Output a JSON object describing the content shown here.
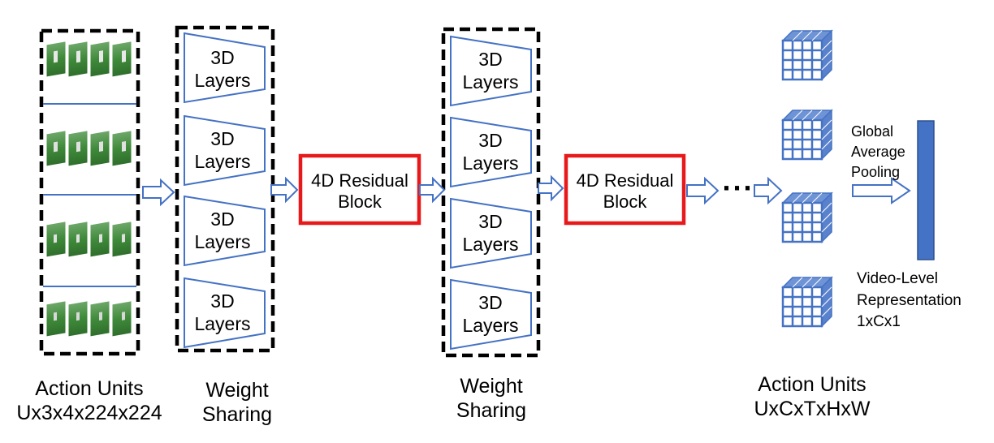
{
  "columns": {
    "input": {
      "title": "Action Units",
      "shape": "Ux3x4x224x224"
    },
    "sharing_1": {
      "title": "Weight",
      "subtitle": "Sharing"
    },
    "sharing_2": {
      "title": "Weight",
      "subtitle": "Sharing"
    },
    "output": {
      "title": "Action Units",
      "shape": "UxCxTxHxW"
    }
  },
  "layers_1": [
    {
      "l1": "3D",
      "l2": "Layers"
    },
    {
      "l1": "3D",
      "l2": "Layers"
    },
    {
      "l1": "3D",
      "l2": "Layers"
    },
    {
      "l1": "3D",
      "l2": "Layers"
    }
  ],
  "layers_2": [
    {
      "l1": "3D",
      "l2": "Layers"
    },
    {
      "l1": "3D",
      "l2": "Layers"
    },
    {
      "l1": "3D",
      "l2": "Layers"
    },
    {
      "l1": "3D",
      "l2": "Layers"
    }
  ],
  "blocks": [
    {
      "l1": "4D Residual",
      "l2": "Block"
    },
    {
      "l1": "4D Residual",
      "l2": "Block"
    }
  ],
  "ellipsis": "···",
  "pooling": {
    "l1": "Global",
    "l2": "Average",
    "l3": "Pooling"
  },
  "representation": {
    "l1": "Video-Level",
    "l2": "Representation",
    "l3": "1xCx1"
  },
  "colors": {
    "layer": "#4472c4",
    "block": "#e8191a",
    "bar": "#4472c4",
    "cube": "#4472c4",
    "dashed": "#000000"
  },
  "icons": [
    "video-frame-icon",
    "arrow-right-icon",
    "feature-cube-icon"
  ]
}
